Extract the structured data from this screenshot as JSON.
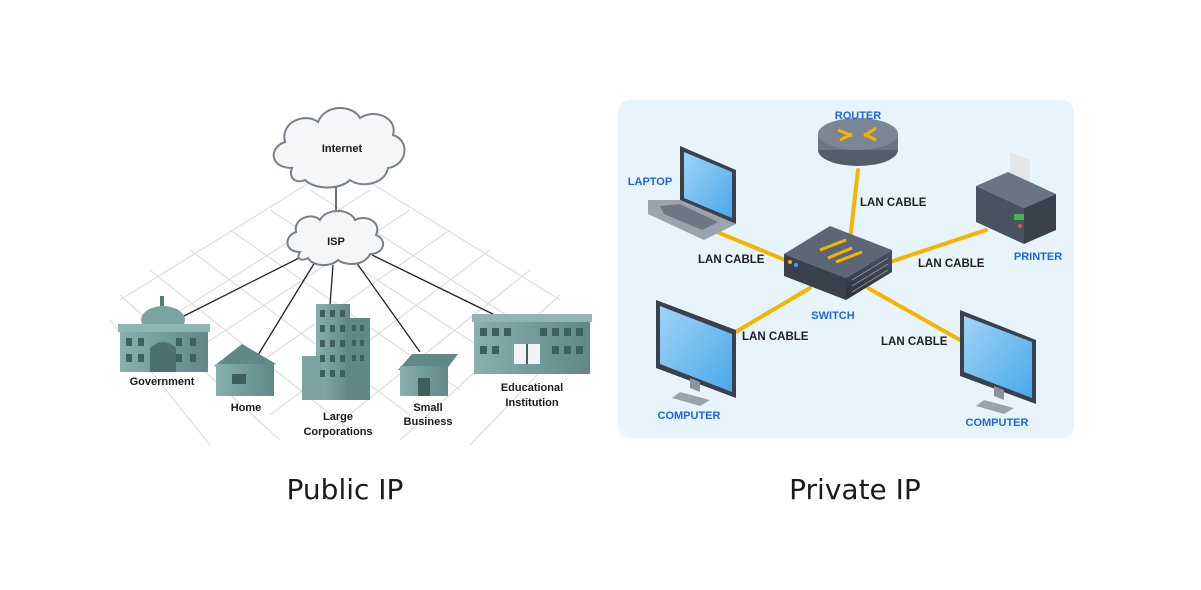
{
  "public": {
    "caption": "Public IP",
    "internet_label": "Internet",
    "isp_label": "ISP",
    "nodes": {
      "government": "Government",
      "home": "Home",
      "large_corp_line1": "Large",
      "large_corp_line2": "Corporations",
      "small_biz_line1": "Small",
      "small_biz_line2": "Business",
      "edu_line1": "Educational",
      "edu_line2": "Institution"
    }
  },
  "private": {
    "caption": "Private IP",
    "router": "ROUTER",
    "laptop": "LAPTOP",
    "printer": "PRINTER",
    "switch": "SWITCH",
    "computer_left": "COMPUTER",
    "computer_right": "COMPUTER",
    "cables": {
      "router": "LAN CABLE",
      "laptop": "LAN CABLE",
      "printer": "LAN CABLE",
      "computer_left": "LAN CABLE",
      "computer_right": "LAN CABLE"
    }
  },
  "colors": {
    "building": "#6f9a98",
    "building_dark": "#557b79",
    "cable": "#f5b400",
    "panel_bg": "#e8f4fc",
    "label_blue": "#1e66d8"
  }
}
